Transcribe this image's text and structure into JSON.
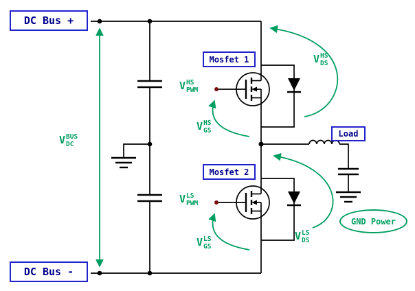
{
  "labels": {
    "dc_bus_plus": "DC Bus +",
    "dc_bus_minus": "DC Bus -",
    "mosfet1": "Mosfet 1",
    "mosfet2": "Mosfet 2",
    "load": "Load",
    "gnd_power": "GND Power"
  },
  "voltages": {
    "v_dc": {
      "base": "V",
      "sup": "BUS",
      "sub": "DC"
    },
    "v_pwm_hs": {
      "base": "V",
      "sup": "HS",
      "sub": "PWM"
    },
    "v_gs_hs": {
      "base": "V",
      "sup": "HS",
      "sub": "GS"
    },
    "v_ds_hs": {
      "base": "V",
      "sup": "HS",
      "sub": "DS"
    },
    "v_pwm_ls": {
      "base": "V",
      "sup": "LS",
      "sub": "PWM"
    },
    "v_gs_ls": {
      "base": "V",
      "sup": "LS",
      "sub": "GS"
    },
    "v_ds_ls": {
      "base": "V",
      "sup": "LS",
      "sub": "DS"
    }
  },
  "colors": {
    "label_text": "#00008B",
    "label_border": "#2222CC",
    "annotation_green": "#009E60",
    "wire": "#000000",
    "gate_dot": "#7B1010",
    "background": "#FFFFFF"
  }
}
